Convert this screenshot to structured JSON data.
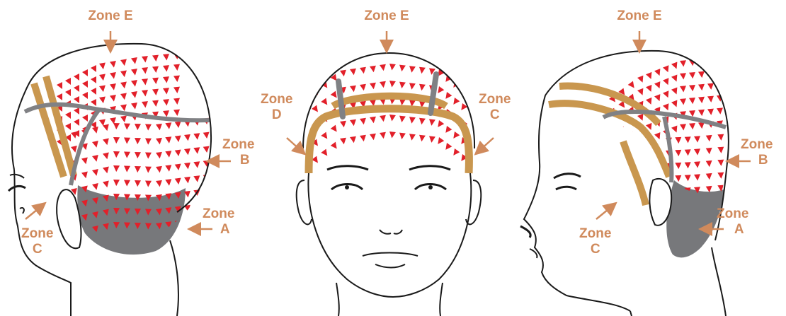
{
  "colors": {
    "label": "#d08a5c",
    "arrow": "#d08a5c",
    "stripe_tan": "#c9974f",
    "cap_gray": "#808184",
    "neck_gray": "#77787b",
    "braid_red": "#e2202a",
    "ink": "#1a1a1a"
  },
  "views": [
    {
      "name": "left-side-view",
      "labels": {
        "top": "Zone E",
        "right_upper": [
          "Zone",
          "B"
        ],
        "right_lower": [
          "Zone",
          "A"
        ],
        "left_lower": [
          "Zone",
          "C"
        ]
      }
    },
    {
      "name": "front-view",
      "labels": {
        "top": "Zone E",
        "left": [
          "Zone",
          "D"
        ],
        "right": [
          "Zone",
          "C"
        ]
      }
    },
    {
      "name": "right-side-view",
      "labels": {
        "top": "Zone E",
        "right_upper": [
          "Zone",
          "B"
        ],
        "right_lower": [
          "Zone",
          "A"
        ],
        "left_lower": [
          "Zone",
          "C"
        ]
      }
    }
  ]
}
